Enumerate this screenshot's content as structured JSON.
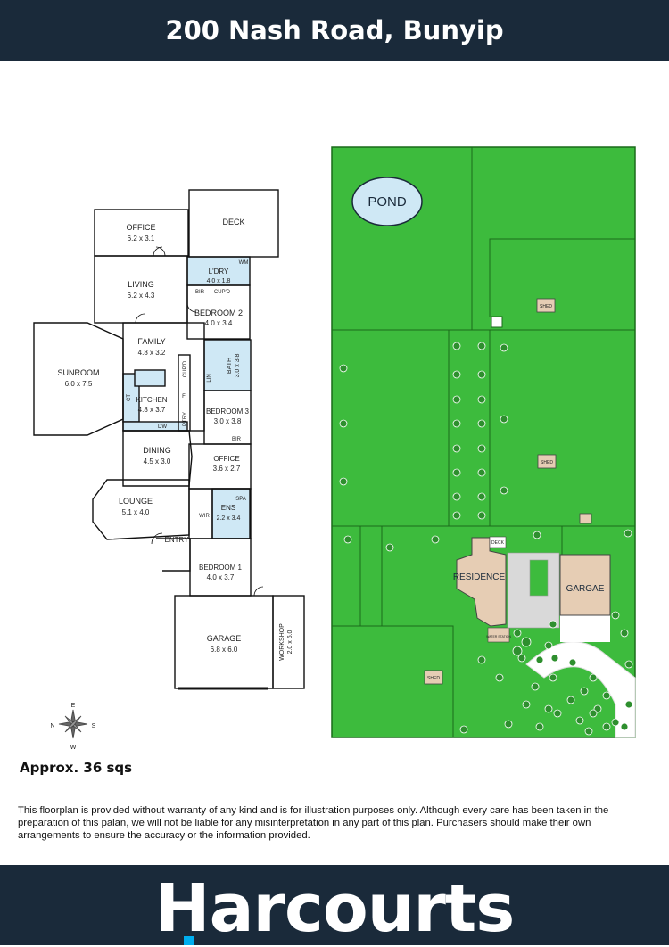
{
  "header": {
    "title": "200 Nash Road, Bunyip"
  },
  "floorplan": {
    "rooms": [
      {
        "id": "office-north",
        "label": "OFFICE",
        "dims": "6.2 x 3.1"
      },
      {
        "id": "deck",
        "label": "DECK",
        "dims": ""
      },
      {
        "id": "laundry",
        "label": "L'DRY",
        "dims": "4.0 x 1.8"
      },
      {
        "id": "living",
        "label": "LIVING",
        "dims": "6.2 x 4.3"
      },
      {
        "id": "bedroom2",
        "label": "BEDROOM 2",
        "dims": "4.0 x 3.4"
      },
      {
        "id": "family",
        "label": "FAMILY",
        "dims": "4.8 x 3.2"
      },
      {
        "id": "sunroom",
        "label": "SUNROOM",
        "dims": "6.0 x 7.5"
      },
      {
        "id": "bath",
        "label": "BATH",
        "dims": "3.0 x 3.8"
      },
      {
        "id": "kitchen",
        "label": "KITCHEN",
        "dims": "4.8 x 3.7"
      },
      {
        "id": "bedroom3",
        "label": "BEDROOM 3",
        "dims": "3.0 x 3.8"
      },
      {
        "id": "dining",
        "label": "DINING",
        "dims": "4.5 x 3.0"
      },
      {
        "id": "office-south",
        "label": "OFFICE",
        "dims": "3.6 x 2.7"
      },
      {
        "id": "lounge",
        "label": "LOUNGE",
        "dims": "5.1 x 4.0"
      },
      {
        "id": "ensuite",
        "label": "ENS",
        "dims": "2.2 x 3.4"
      },
      {
        "id": "bedroom1",
        "label": "BEDROOM 1",
        "dims": "4.0 x 3.7"
      },
      {
        "id": "garage",
        "label": "GARAGE",
        "dims": "6.8 x 6.0"
      },
      {
        "id": "workshop",
        "label": "WORKSHOP",
        "dims": "2.0 x 6.0"
      }
    ],
    "small_labels": {
      "wm": "WM",
      "bir_a": "BIR",
      "cupd_a": "CUP'D",
      "cupd_b": "CUP'D",
      "linen": "LIN",
      "fridge": "F",
      "pantry": "PTRY",
      "dw": "DW",
      "cooktop": "CT",
      "bir_b": "BIR",
      "spa": "SPA",
      "wir": "WIR",
      "entry": "ENTRY"
    }
  },
  "compass": {
    "n": "N",
    "e": "E",
    "s": "S",
    "w": "W"
  },
  "site": {
    "pond": "POND",
    "residence": "RESIDENCE",
    "garage": "GARGAE",
    "deck": "DECK",
    "shed": "SHED",
    "water_station": "WATER STATION"
  },
  "approx": "Approx. 36 sqs",
  "disclaimer": "This floorplan is provided without warranty of any kind and is for illustration purposes only. Although every care has been taken in the preparation of this palan, we will not be liable for any misinterpretation in any part of this plan. Purchasers should make their own arrangements to ensure the accuracy or the information provided.",
  "footer": {
    "brand": "Harcourts"
  },
  "colors": {
    "header_bg": "#1a2a3a",
    "wet_area_blue": "#cfe8f5",
    "land_green": "#3dbb3d",
    "tree_green": "#2e8f2e",
    "building_tan": "#e6cdb4",
    "brand_cyan": "#00aeef"
  }
}
